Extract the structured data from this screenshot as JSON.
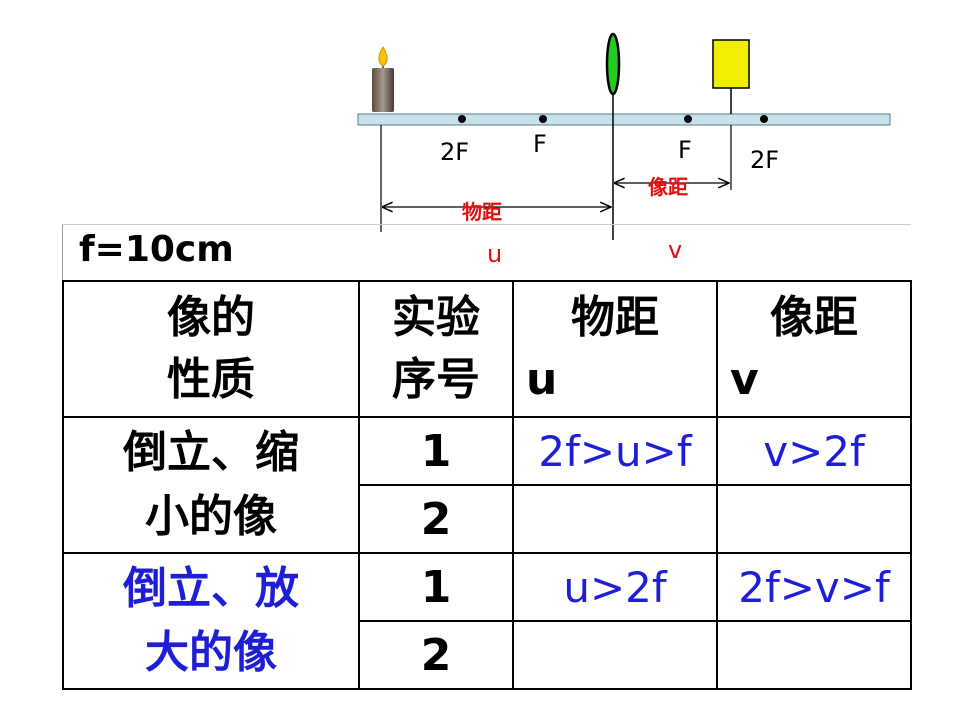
{
  "diagram": {
    "left_2f": "2F",
    "left_f": "F",
    "right_f": "F",
    "right_2f": "2F",
    "object_distance_label": "物距",
    "object_distance_symbol": "u",
    "image_distance_label": "像距",
    "image_distance_symbol": "v",
    "lens_color": "#22cc22",
    "image_color": "#f2ee00",
    "rail_color": "#c8e2ec"
  },
  "focal": "f=10cm",
  "table": {
    "headers": {
      "property": [
        "像的",
        "性质"
      ],
      "sequence": [
        "实验",
        "序号"
      ],
      "object_distance": [
        "物距",
        "u"
      ],
      "image_distance": [
        "像距",
        "v"
      ]
    },
    "groups": [
      {
        "property": [
          "倒立、缩",
          "小的像"
        ],
        "color": "#000000",
        "rows": [
          {
            "seq": "1",
            "u": "2f>u>f",
            "v": "v>2f"
          },
          {
            "seq": "2",
            "u": "",
            "v": ""
          }
        ]
      },
      {
        "property": [
          "倒立、放",
          "大的像"
        ],
        "color": "#1e1ed6",
        "rows": [
          {
            "seq": "1",
            "u": "u>2f",
            "v": "2f>v>f"
          },
          {
            "seq": "2",
            "u": "",
            "v": ""
          }
        ]
      }
    ]
  }
}
